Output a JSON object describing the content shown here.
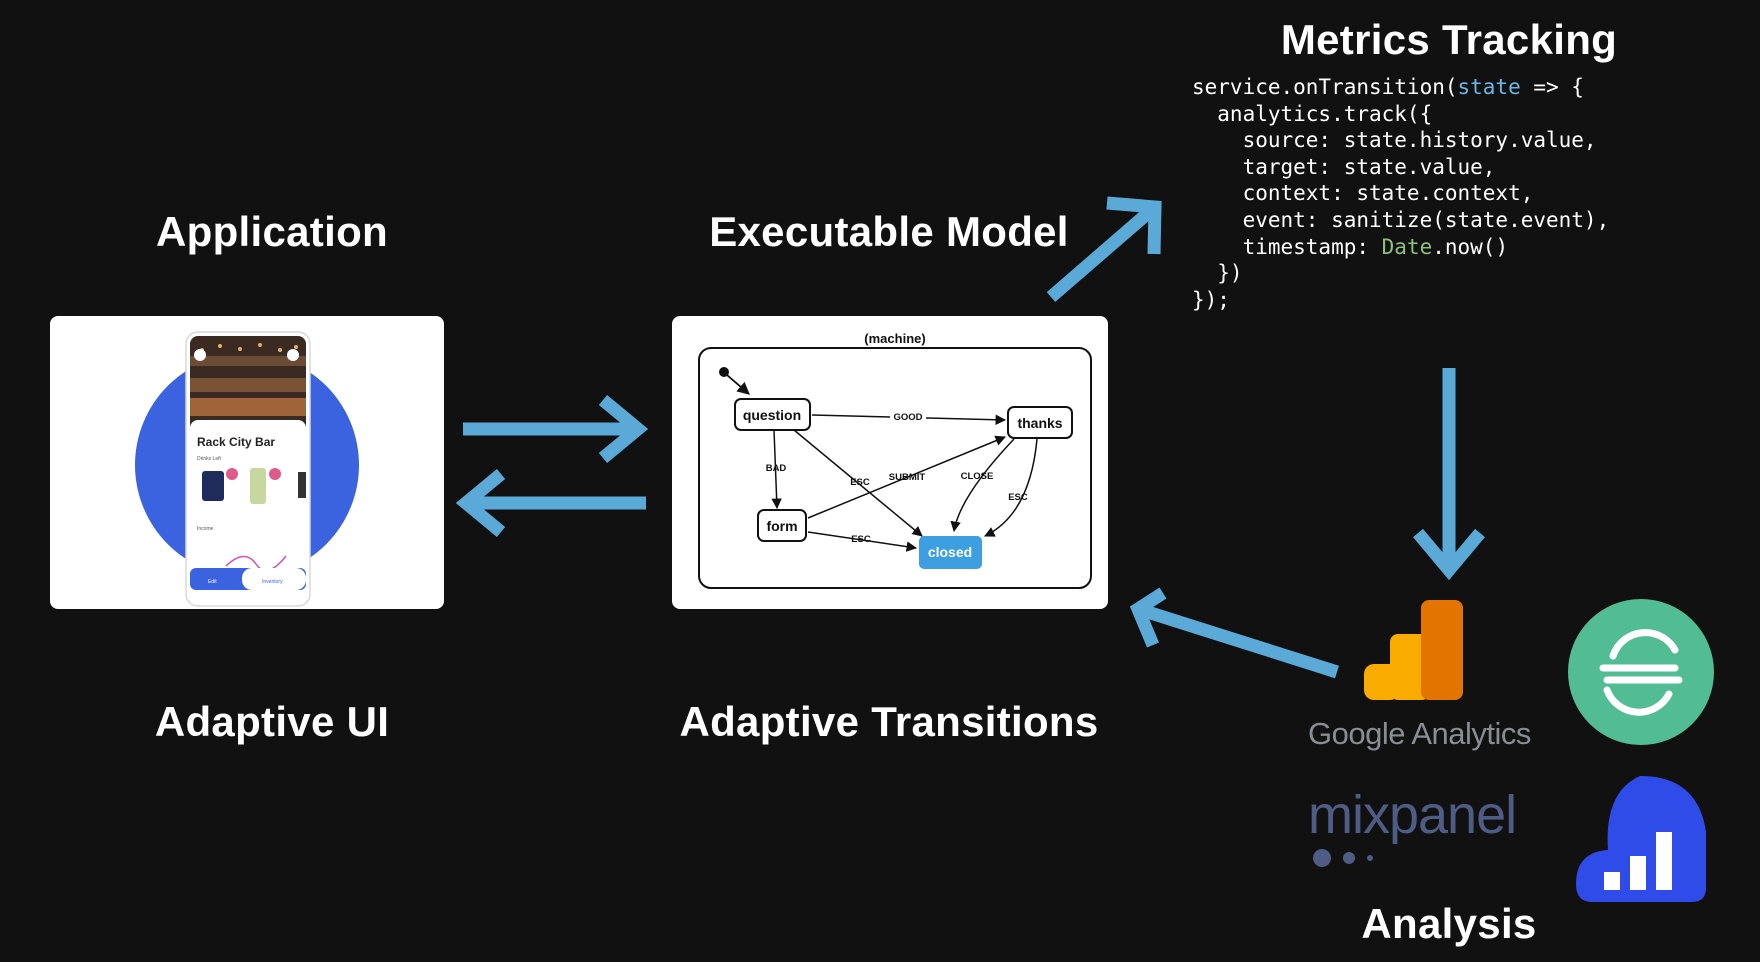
{
  "headings": {
    "application": "Application",
    "executable_model": "Executable Model",
    "metrics_tracking": "Metrics Tracking",
    "adaptive_ui": "Adaptive UI",
    "adaptive_transitions": "Adaptive Transitions",
    "analysis": "Analysis"
  },
  "code": {
    "line1_pre": "service.onTransition(",
    "line1_kw": "state",
    "line1_post": " => {",
    "line2": "  analytics.track({",
    "line3": "    source: state.history.value,",
    "line4": "    target: state.value,",
    "line5": "    context: state.context,",
    "line6": "    event: sanitize(state.event),",
    "line7_pre": "    timestamp: ",
    "line7_fn": "Date",
    "line7_post": ".now()",
    "line8": "  })",
    "line9": "});"
  },
  "phone": {
    "venue_title": "Rack City Bar",
    "section_drinks": "Drinks Left",
    "section_income": "Income",
    "tab_left": "Edit",
    "tab_right": "Inventory"
  },
  "statechart": {
    "title": "(machine)",
    "states": {
      "question": "question",
      "thanks": "thanks",
      "form": "form",
      "closed": "closed"
    },
    "events": {
      "good": "GOOD",
      "bad": "BAD",
      "esc1": "ESC",
      "submit": "SUBMIT",
      "close": "CLOSE",
      "esc2": "ESC",
      "esc3": "ESC"
    }
  },
  "logos": {
    "google_analytics": "Google Analytics",
    "mixpanel": "mixpanel",
    "segment_icon": "segment-icon",
    "amplitude_icon": "bar-chart-cloud-icon"
  },
  "colors": {
    "background": "#111111",
    "arrow": "#5aa9d6",
    "phone_circle": "#3b63e0",
    "closed_state": "#3d9ee0",
    "segment_green": "#52bd94",
    "ga_yellow": "#f9ab00",
    "ga_orange": "#e37400",
    "amplitude_blue": "#2f4ce8"
  }
}
